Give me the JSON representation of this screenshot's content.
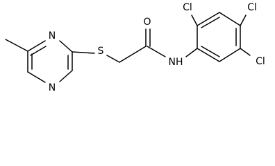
{
  "atoms": {
    "n_ring_top": "N",
    "n_ring_bottom": "N",
    "sulfur": "S",
    "oxygen": "O",
    "amide_nh": "NH",
    "cl_ortho": "Cl",
    "cl_para": "Cl",
    "cl_meta": "Cl"
  }
}
